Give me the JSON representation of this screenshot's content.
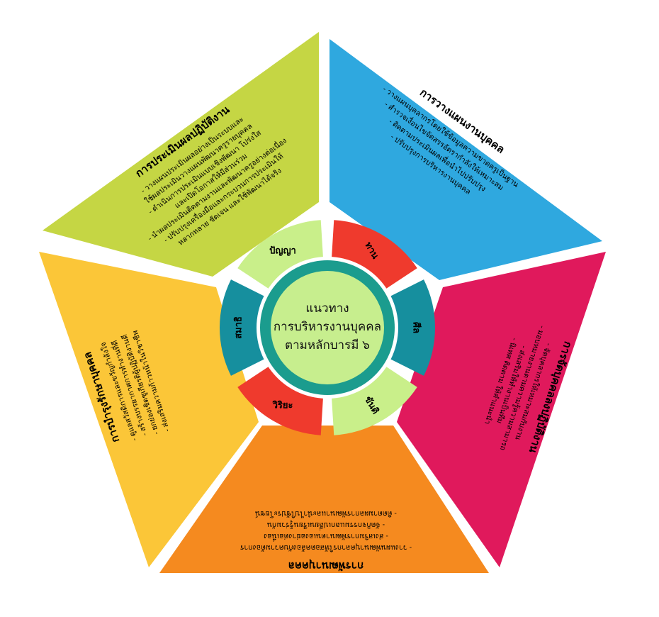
{
  "center": {
    "lines": [
      "แนวทาง",
      "การบริหารงานบุคคล",
      "ตามหลักบารมี ๖"
    ]
  },
  "ring": [
    {
      "label": "ทาน",
      "color": "#ef3a2d"
    },
    {
      "label": "ศีล",
      "color": "#168f9e"
    },
    {
      "label": "ขันติ",
      "color": "#c9ef8a"
    },
    {
      "label": "วิริยะ",
      "color": "#ef3a2d"
    },
    {
      "label": "สมาธิ",
      "color": "#168f9e"
    },
    {
      "label": "ปัญญา",
      "color": "#c9ef8a"
    }
  ],
  "panels": [
    {
      "color": "#2fa8df",
      "title": "การวางแผนงานบุคคล",
      "bullets": [
        "- วางแผนบุคลากรโดยใช้ข้อมูลความขาดครูเป็นฐาน",
        "- สำรวจเงื่อนไขจัดสรรอัตรากำลังให้เหมาะสม",
        "- ติดตามประเมินผลเพื่อนำไปปรับปรุง",
        "- ปรับปรุงการบริหารงานบุคคล"
      ]
    },
    {
      "color": "#e0195c",
      "title": "การจัดบุคคลลงปฏิบัติงาน",
      "bullets": [
        "- จัดบุคลากรให้เหมาะสมกับงาน",
        "- มอบหมายงานตามความรู้ความสามารถ",
        "- ส่งเสริมให้ทำงานเป็นทีม",
        "- นิเทศ ติดตาม ให้คำแนะนำ"
      ]
    },
    {
      "color": "#f58a1f",
      "title": "การพัฒนาบุคคล",
      "bullets": [
        "- วางแผนพัฒนาบุคลากรให้สอดคล้องกับความต้องการ",
        "- ส่งเสริมการพัฒนาตนเองอย่างต่อเนื่อง",
        "- จัดกิจกรรมแลกเปลี่ยนเรียนรู้ร่วมกัน",
        "- ติดตามผลการพัฒนาและนำไปใช้ประโยชน์"
      ]
    },
    {
      "color": "#fbc638",
      "title": "การบำรุงรักษาบุคคล",
      "bullets": [
        "- ดูแลสวัสดิการและขวัญกำลังใจ",
        "- สร้างบรรยากาศการทำงานที่ดี",
        "- ยกย่องเชิดชูเกียรติผู้ปฏิบัติงานดี",
        "- ส่งเสริมความก้าวหน้าในวิชาชีพ"
      ]
    },
    {
      "color": "#c5d644",
      "title": "การประเมินผลปฏิบัติงาน",
      "bullets": [
        "- วางแผนประเมินผลอย่างเป็นระบบและ",
        "ใช้ผลประเมินวางแผนพัฒนาครูรายบุคคล",
        "- ดำเนินการประเมินแบบเชิงพัฒนา โปร่งใส",
        "และเปิดโอกาสให้มีส่วนร่วม",
        "- นำผลประเมินติดตามงานและพัฒนาครูอย่างต่อเนื่อง",
        "- ปรับปรุงเครื่องมือและกระบวนการประเมินให้",
        "หลากหลาย ชัดเจน และใช้พัฒนาได้จริง"
      ]
    }
  ]
}
